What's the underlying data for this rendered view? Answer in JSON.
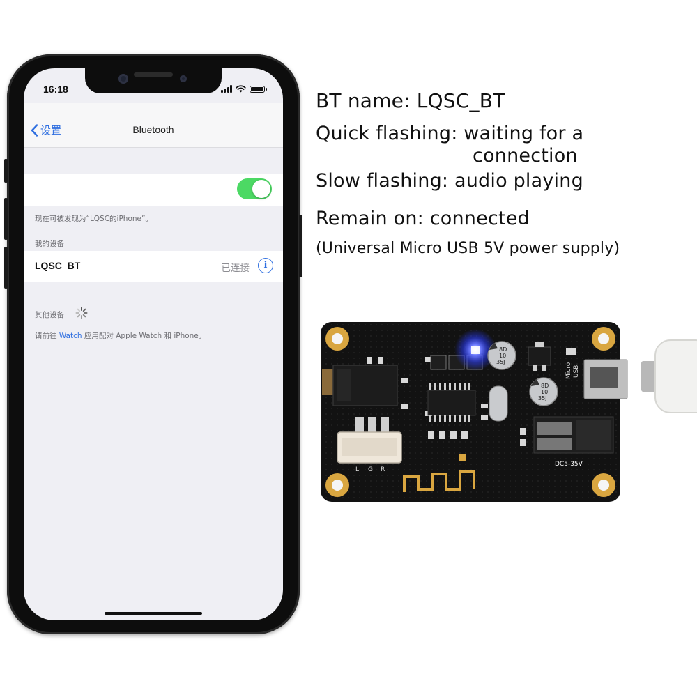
{
  "phone": {
    "status_time": "16:18",
    "nav": {
      "back_label": "设置",
      "title": "Bluetooth"
    },
    "discoverable_text": "现在可被发现为“LQSC的iPhone”。",
    "my_devices_header": "我的设备",
    "device": {
      "name": "LQSC_BT",
      "status": "已连接"
    },
    "other_devices_header": "其他设备",
    "pair_hint": {
      "prefix": "请前往 ",
      "link": "Watch",
      "suffix": " 应用配对 Apple Watch 和 iPhone。"
    },
    "bluetooth_on": true
  },
  "description": {
    "bt_name": "BT name: LQSC_BT",
    "quick_flash_line1": "Quick flashing: waiting for a",
    "quick_flash_line2": "connection",
    "slow_flash": "Slow flashing: audio playing",
    "remain_on": "Remain on: connected",
    "power_note": "(Universal Micro USB 5V power supply)"
  },
  "board": {
    "cap1": [
      "8D",
      "10",
      "35J"
    ],
    "cap2": [
      "8D",
      "10",
      "35J"
    ],
    "micro_usb_label": [
      "Micro",
      "USB"
    ],
    "dc_label": "DC5-35V",
    "connector_pins": [
      "L",
      "G",
      "R"
    ],
    "led_color": "#2a3cff",
    "toggle_color": "#4cd964",
    "accent_blue": "#2f6fe0"
  }
}
